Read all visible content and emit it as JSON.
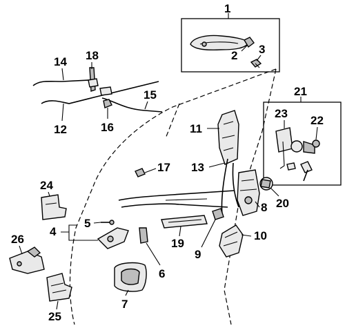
{
  "diagram": {
    "callouts": {
      "p1": "1",
      "p2": "2",
      "p3": "3",
      "p4": "4",
      "p5": "5",
      "p6": "6",
      "p7": "7",
      "p8": "8",
      "p9": "9",
      "p10": "10",
      "p11": "11",
      "p12": "12",
      "p13": "13",
      "p14": "14",
      "p15": "15",
      "p16": "16",
      "p17": "17",
      "p18": "18",
      "p19": "19",
      "p20": "20",
      "p21": "21",
      "p22": "22",
      "p23": "23",
      "p24": "24",
      "p25": "25",
      "p26": "26"
    },
    "colors": {
      "line": "#000000",
      "background": "#ffffff",
      "part_fill": "#e9e9e9",
      "part_shade": "#bdbdbd"
    }
  }
}
